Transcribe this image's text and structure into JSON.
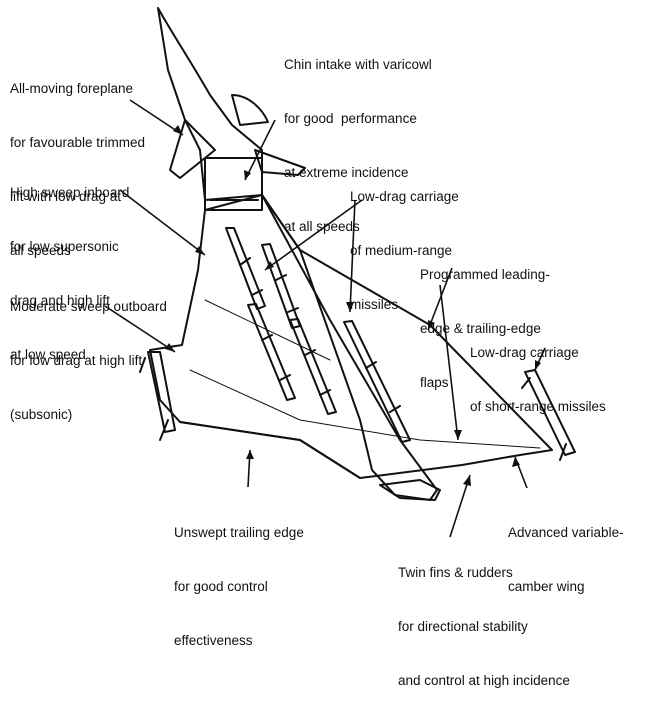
{
  "labels": {
    "foreplane": [
      "All-moving foreplane",
      "for favourable trimmed",
      "lift with low drag at",
      "all speeds"
    ],
    "intake": [
      "Chin intake with varicowl",
      "for good  performance",
      "at extreme incidence",
      "at all speeds"
    ],
    "high_sweep": [
      "High sweep inboard",
      "for low supersonic",
      "drag and high lift",
      "at low speed"
    ],
    "medium_missiles": [
      "Low-drag carriage",
      "of medium-range",
      "missiles"
    ],
    "flaps": [
      "Programmed leading-",
      "edge & trailing-edge",
      "flaps"
    ],
    "moderate_sweep": [
      "Moderate sweep outboard",
      "for low drag at high lift",
      "(subsonic)"
    ],
    "short_missiles": [
      "Low-drag carriage",
      "of short-range missiles"
    ],
    "trailing_edge": [
      "Unswept trailing edge",
      "for good control",
      "effectiveness"
    ],
    "camber_wing": [
      "Advanced variable-",
      "camber wing"
    ],
    "fins": [
      "Twin fins & rudders",
      "for directional stability",
      "and control at high incidence"
    ]
  },
  "colors": {
    "ink": "#111111",
    "paper": "#ffffff"
  }
}
